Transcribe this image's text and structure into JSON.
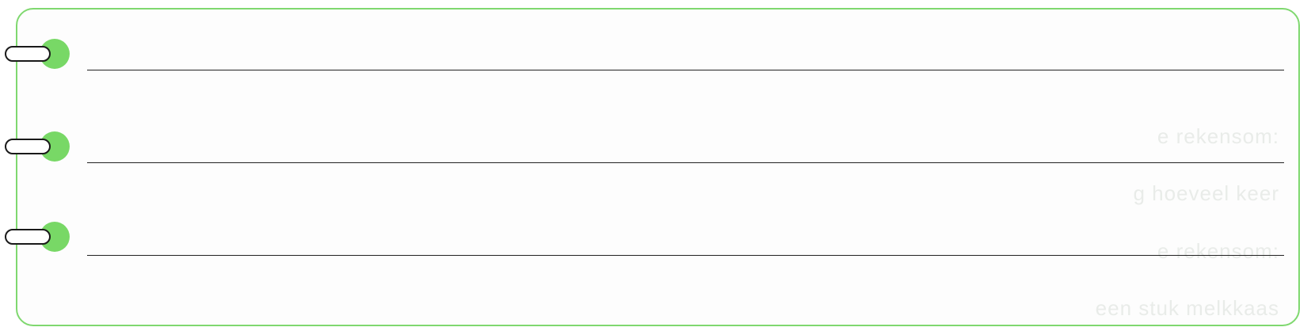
{
  "notepad": {
    "border_color": "#7fd86f",
    "ring_hole_color": "#78d866",
    "line_color": "#222222",
    "rings": [
      {
        "id": 1,
        "icon": "binder-ring-icon"
      },
      {
        "id": 2,
        "icon": "binder-ring-icon"
      },
      {
        "id": 3,
        "icon": "binder-ring-icon"
      }
    ],
    "lines": [
      {
        "id": 1,
        "value": ""
      },
      {
        "id": 2,
        "value": ""
      },
      {
        "id": 3,
        "value": ""
      }
    ],
    "show_through_text": [
      "e rekensom:",
      "g hoeveel keer",
      "e rekensom:",
      "een stuk melkkaas"
    ]
  }
}
